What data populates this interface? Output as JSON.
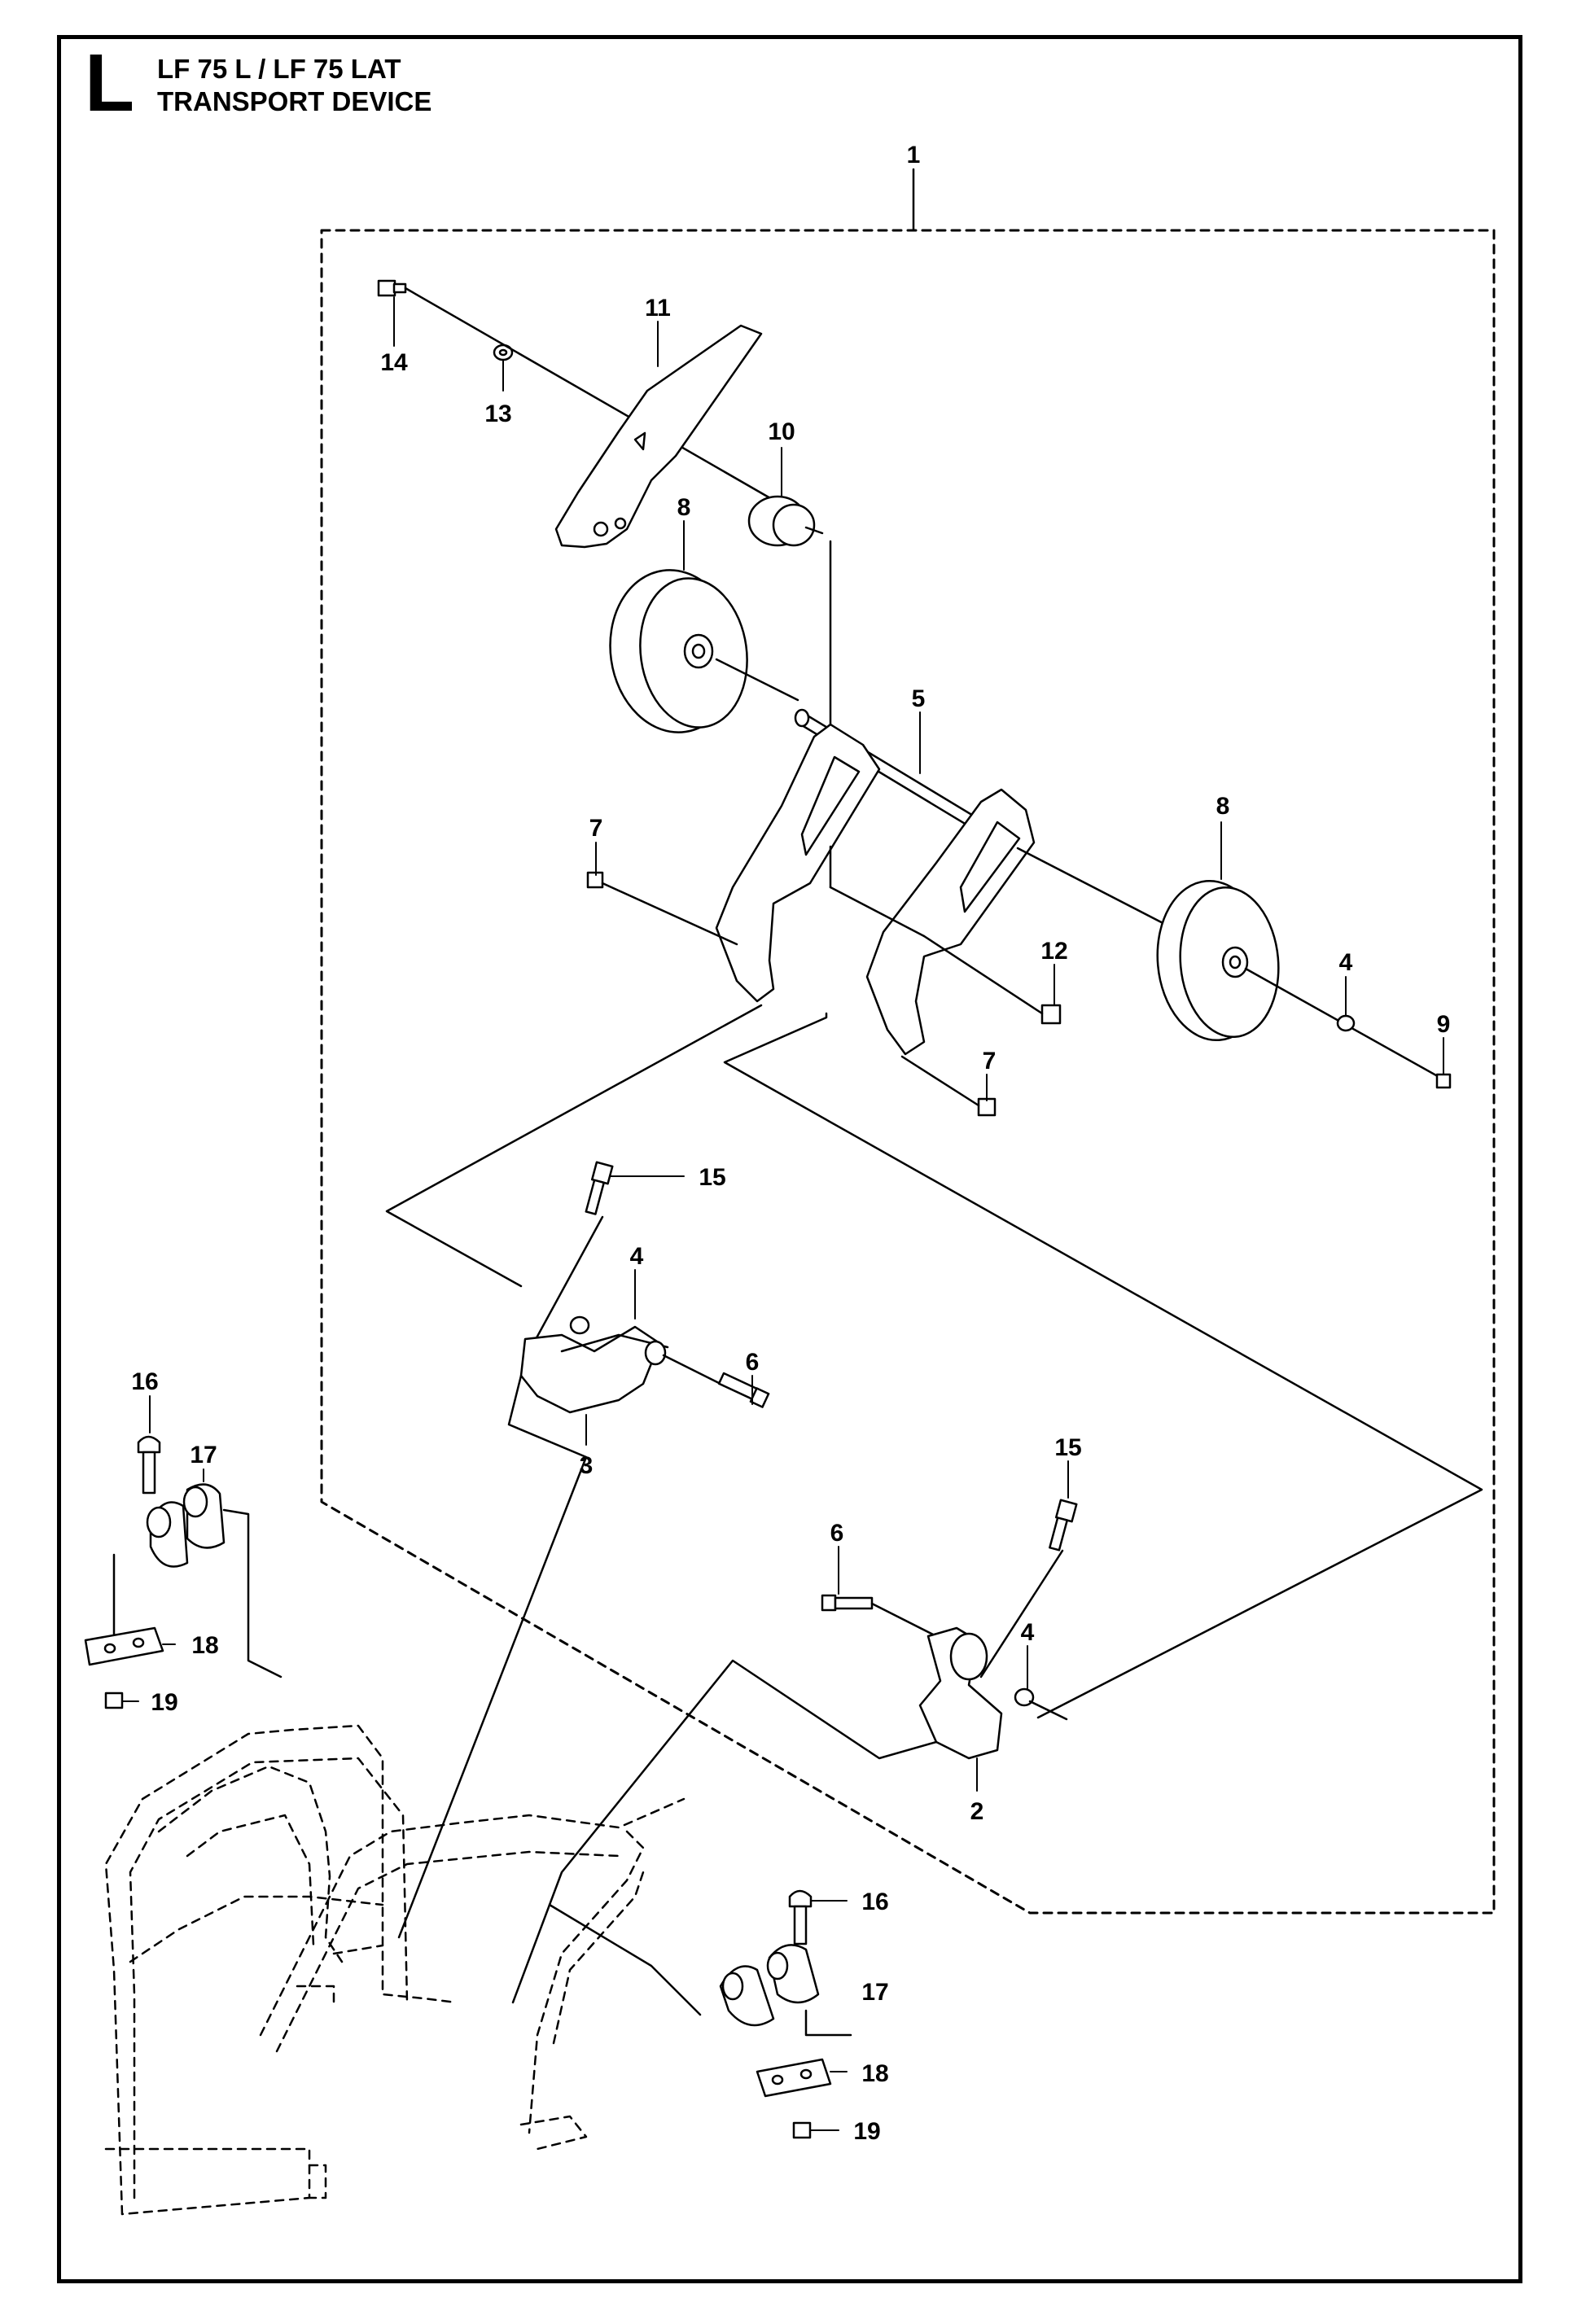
{
  "header": {
    "section_letter": "L",
    "model_line": "LF 75 L / LF 75 LAT",
    "title_line": "TRANSPORT DEVICE"
  },
  "callouts": [
    {
      "id": "c1",
      "text": "1"
    },
    {
      "id": "c11",
      "text": "11"
    },
    {
      "id": "c14",
      "text": "14"
    },
    {
      "id": "c13",
      "text": "13"
    },
    {
      "id": "c10",
      "text": "10"
    },
    {
      "id": "c8a",
      "text": "8"
    },
    {
      "id": "c5",
      "text": "5"
    },
    {
      "id": "c8b",
      "text": "8"
    },
    {
      "id": "c7a",
      "text": "7"
    },
    {
      "id": "c12",
      "text": "12"
    },
    {
      "id": "c4a",
      "text": "4"
    },
    {
      "id": "c9",
      "text": "9"
    },
    {
      "id": "c7b",
      "text": "7"
    },
    {
      "id": "c15a",
      "text": "15"
    },
    {
      "id": "c4b",
      "text": "4"
    },
    {
      "id": "c6a",
      "text": "6"
    },
    {
      "id": "c3",
      "text": "3"
    },
    {
      "id": "c16a",
      "text": "16"
    },
    {
      "id": "c17a",
      "text": "17"
    },
    {
      "id": "c18a",
      "text": "18"
    },
    {
      "id": "c19a",
      "text": "19"
    },
    {
      "id": "c15b",
      "text": "15"
    },
    {
      "id": "c6b",
      "text": "6"
    },
    {
      "id": "c4c",
      "text": "4"
    },
    {
      "id": "c2",
      "text": "2"
    },
    {
      "id": "c16b",
      "text": "16"
    },
    {
      "id": "c17b",
      "text": "17"
    },
    {
      "id": "c18b",
      "text": "18"
    },
    {
      "id": "c19b",
      "text": "19"
    }
  ]
}
